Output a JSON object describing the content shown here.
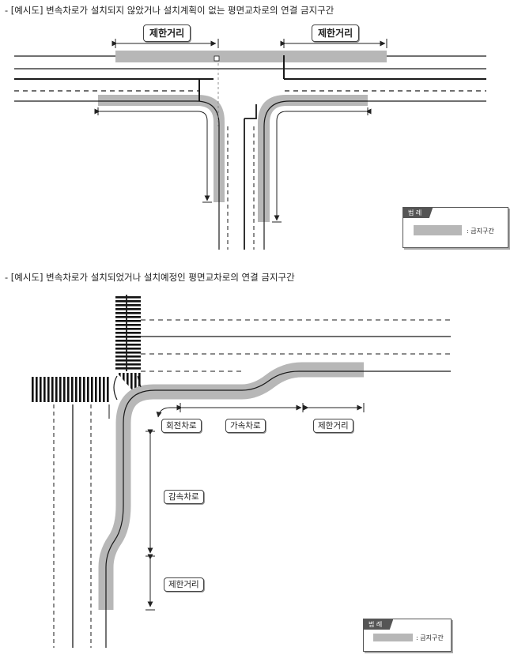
{
  "captions": {
    "first": "- [예시도] 변속차로가 설치되지 않았거나 설치계획이 없는 평면교차로의 연결 금지구간",
    "second": "- [예시도] 변속차로가 설치되었거나 설치예정인 평면교차로의 연결 금지구간"
  },
  "diagram1": {
    "label_left": "제한거리",
    "label_right": "제한거리"
  },
  "diagram2": {
    "label_turn": "회전차로",
    "label_accel": "가속차로",
    "label_limit_h": "제한거리",
    "label_decel": "감속차로",
    "label_limit_v": "제한거리"
  },
  "legend": {
    "title": "범 례",
    "item": ": 금지구간"
  },
  "colors": {
    "zone": "#b7b7b7",
    "line": "#1a1a1a"
  }
}
